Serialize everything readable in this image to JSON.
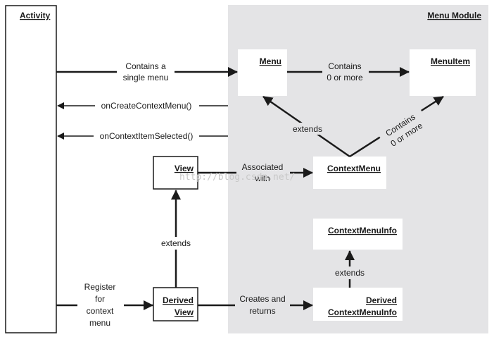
{
  "colors": {
    "module_background": "#e4e4e6",
    "box_fill": "#ffffff",
    "line": "#1a1a1a",
    "text": "#1a1a1a",
    "watermark": "#c8c8c8"
  },
  "nodes": {
    "activity": "Activity",
    "menu_module": "Menu Module",
    "menu": "Menu",
    "menu_item": "MenuItem",
    "context_menu": "ContextMenu",
    "view": "View",
    "derived_view": [
      "Derived",
      "View"
    ],
    "context_menu_info": "ContextMenuInfo",
    "derived_context_menu_info": [
      "Derived",
      "ContextMenuInfo"
    ]
  },
  "edges": {
    "activity_to_menu": [
      "Contains a",
      "single menu"
    ],
    "menu_to_menuitem": [
      "Contains",
      "0 or more"
    ],
    "on_create_context_menu": "onCreateContextMenu()",
    "on_context_item_selected": "onContextItemSelected()",
    "contextmenu_extends_menu": "extends",
    "contextmenu_to_menuitem": [
      "Contains",
      "0 or more"
    ],
    "view_to_contextmenu": [
      "Associated",
      "with"
    ],
    "derived_view_extends_view": "extends",
    "activity_to_derived_view": [
      "Register",
      "for",
      "context",
      "menu"
    ],
    "derived_view_to_info": [
      "Creates and",
      "returns"
    ],
    "derived_info_extends_info": "extends"
  },
  "watermark": "http://blog.csdn.net/"
}
